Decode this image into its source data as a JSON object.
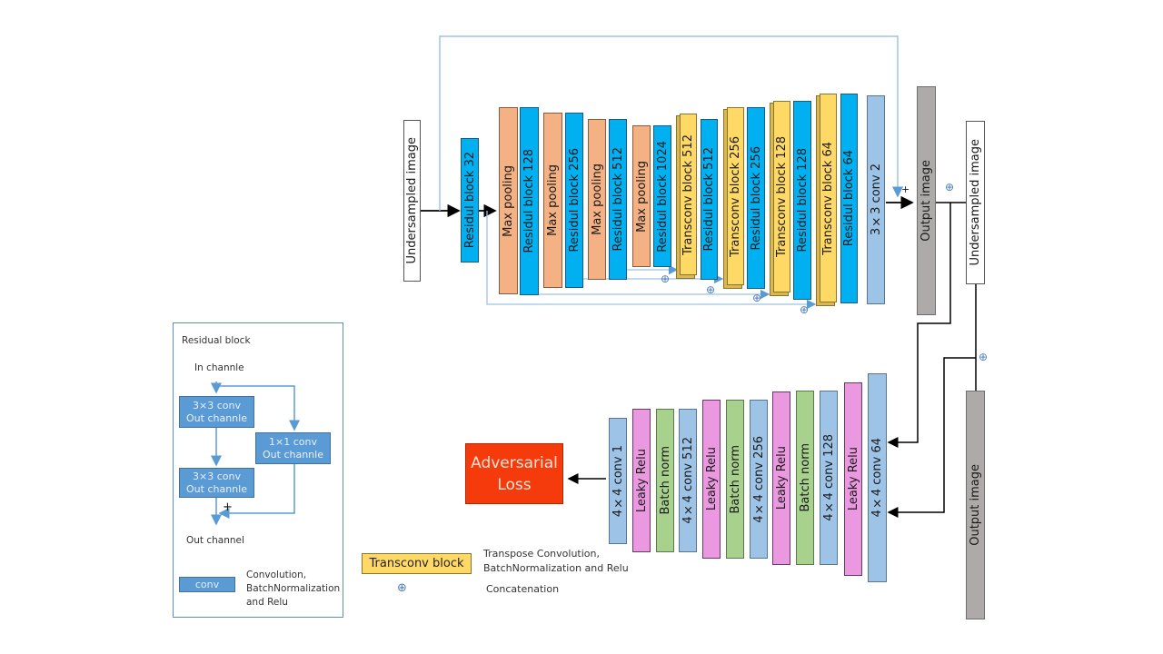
{
  "generator": {
    "input_label": "Undersampled image",
    "blocks": [
      {
        "label": "Residul block 32",
        "type": "residual"
      },
      {
        "label": "Max pooling",
        "type": "maxpool"
      },
      {
        "label": "Residul block 128",
        "type": "residual"
      },
      {
        "label": "Max pooling",
        "type": "maxpool"
      },
      {
        "label": "Residul block 256",
        "type": "residual"
      },
      {
        "label": "Max pooling",
        "type": "maxpool"
      },
      {
        "label": "Residul block 512",
        "type": "residual"
      },
      {
        "label": "Max pooling",
        "type": "maxpool"
      },
      {
        "label": "Residul block 1024",
        "type": "residual"
      },
      {
        "label": "Transconv block 512",
        "type": "transconv"
      },
      {
        "label": "Residul block 512",
        "type": "residual"
      },
      {
        "label": "Transconv block 256",
        "type": "transconv"
      },
      {
        "label": "Residul block 256",
        "type": "residual"
      },
      {
        "label": "Transconv block 128",
        "type": "transconv"
      },
      {
        "label": "Residul block 128",
        "type": "residual"
      },
      {
        "label": "Transconv block 64",
        "type": "transconv"
      },
      {
        "label": "Residul block 64",
        "type": "residual"
      },
      {
        "label": "3×3 conv 2",
        "type": "conv"
      }
    ],
    "output_label": "Output image",
    "plus_symbol": "+",
    "concat_symbol": "⊕",
    "undersampled_right_label": "Undersampled image"
  },
  "discriminator": {
    "blocks": [
      {
        "label": "4×4 conv 1",
        "type": "conv"
      },
      {
        "label": "Leaky Relu",
        "type": "relu"
      },
      {
        "label": "Batch norm",
        "type": "bn"
      },
      {
        "label": "4×4 conv 512",
        "type": "conv"
      },
      {
        "label": "Leaky Relu",
        "type": "relu"
      },
      {
        "label": "Batch norm",
        "type": "bn"
      },
      {
        "label": "4×4 conv 256",
        "type": "conv"
      },
      {
        "label": "Leaky Relu",
        "type": "relu"
      },
      {
        "label": "Batch norm",
        "type": "bn"
      },
      {
        "label": "4×4 conv 128",
        "type": "conv"
      },
      {
        "label": "Leaky Relu",
        "type": "relu"
      },
      {
        "label": "4×4 conv 64",
        "type": "conv"
      }
    ],
    "output_image_label": "Output image",
    "loss_line1": "Adversarial",
    "loss_line2": "Loss"
  },
  "residual_legend": {
    "title": "Residual block",
    "in_label": "In channle",
    "conv1_line1": "3×3 conv",
    "conv1_line2": "Out channle",
    "shortcut_line1": "1×1 conv",
    "shortcut_line2": "Out channle",
    "conv2_line1": "3×3 conv",
    "conv2_line2": "Out channle",
    "plus": "+",
    "out_label": "Out channel",
    "conv_key": "conv",
    "conv_desc_line1": "Convolution,",
    "conv_desc_line2": "BatchNormalization",
    "conv_desc_line3": "and Relu"
  },
  "legend": {
    "transconv_key": "Transconv block",
    "transconv_desc_line1": "Transpose Convolution,",
    "transconv_desc_line2": "BatchNormalization and Relu",
    "concat_symbol": "⊕",
    "concat_desc": "Concatenation"
  },
  "colors": {
    "maxpool": "#f4b183",
    "residual": "#00b0f0",
    "transconv": "#ffd966",
    "conv": "#9dc3e6",
    "relu": "#ea98e0",
    "bn": "#a9d18e",
    "output": "#aeaaaa",
    "loss": "#f53a0b",
    "skip_line": "#9dc3e6"
  }
}
